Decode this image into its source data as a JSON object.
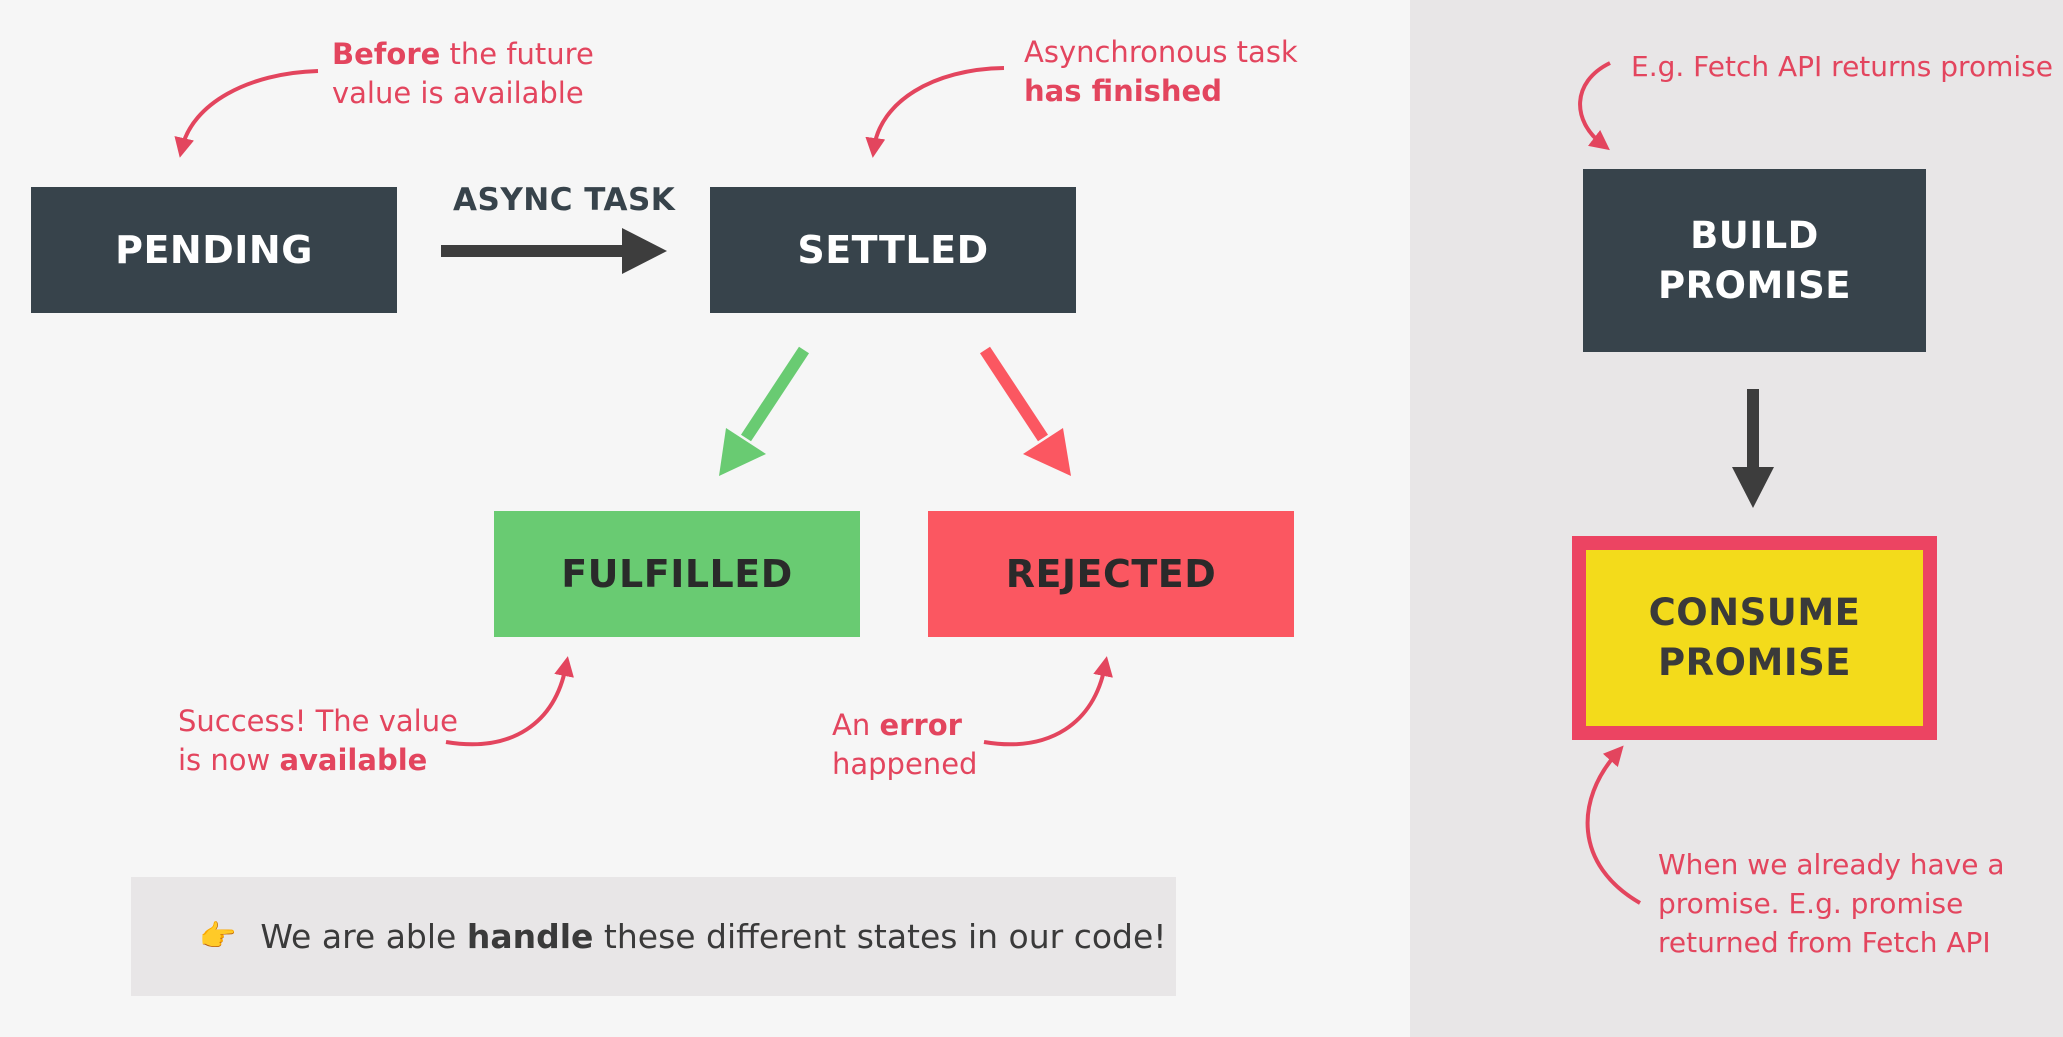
{
  "states": {
    "pending": "PENDING",
    "settled": "SETTLED",
    "fulfilled": "FULFILLED",
    "rejected": "REJECTED"
  },
  "async_label": "ASYNC TASK",
  "notes": {
    "pending": {
      "bold": "Before",
      "rest": " the future",
      "line2": "value is available"
    },
    "settled": {
      "line1": "Asynchronous task",
      "bold": "has finished"
    },
    "fulfilled": {
      "line1": "Success! The value",
      "pre": "is now ",
      "bold": "available"
    },
    "rejected": {
      "pre": "An ",
      "bold": "error",
      "line2": "happened"
    },
    "build": "E.g. Fetch API returns promise",
    "consume": {
      "line1": "When we already have a",
      "line2": "promise. E.g. promise",
      "line3": "returned from Fetch API"
    }
  },
  "build_box": {
    "line1": "BUILD",
    "line2": "PROMISE"
  },
  "consume_box": {
    "line1": "CONSUME",
    "line2": "PROMISE"
  },
  "callout": {
    "icon": "pointing-hand-icon",
    "pre": "We are able ",
    "bold": "handle",
    "post": " these different states in our code!"
  },
  "colors": {
    "dark": "#37434b",
    "green": "#69cb72",
    "red": "#fb5761",
    "yellow": "#f3db1b",
    "accent": "#e3455e"
  }
}
